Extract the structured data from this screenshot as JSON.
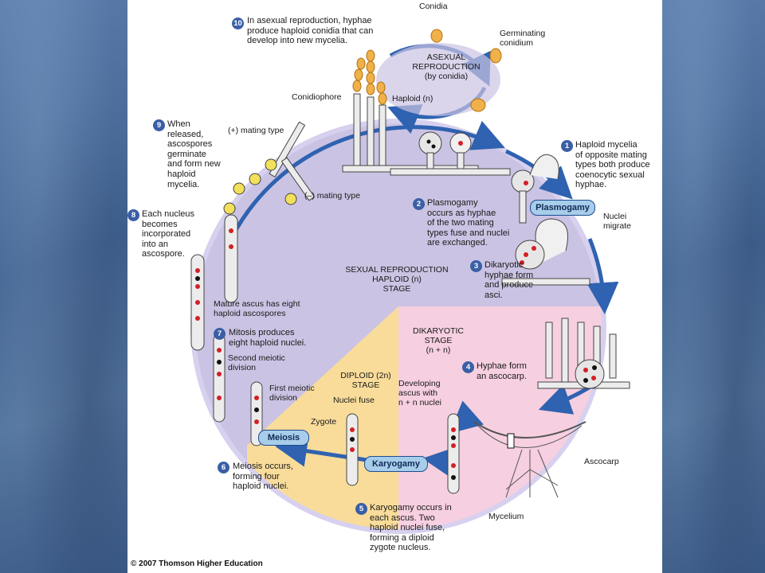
{
  "phases": {
    "asexual": "ASEXUAL\nREPRODUCTION\n(by conidia)",
    "asexual_haploid": "Haploid (n)",
    "sexual": "SEXUAL REPRODUCTION\nHAPLOID (n)\nSTAGE",
    "dikaryotic": "DIKARYOTIC\nSTAGE\n(n + n)",
    "diploid": "DIPLOID (2n)\nSTAGE"
  },
  "processes": {
    "plasmogamy": "Plasmogamy",
    "karyogamy": "Karyogamy",
    "meiosis": "Meiosis"
  },
  "labels": {
    "conidia": "Conidia",
    "germinating_conidium": "Germinating\nconidium",
    "conidiophore": "Conidiophore",
    "plus_mating": "(+) mating type",
    "minus_mating": "(–) mating type",
    "nuclei_migrate": "Nuclei\nmigrate",
    "mature_ascus": "Mature ascus has eight\nhaploid ascospores",
    "second_meiotic": "Second meiotic\ndivision",
    "first_meiotic": "First meiotic\ndivision",
    "nuclei_fuse": "Nuclei fuse",
    "zygote": "Zygote",
    "developing_ascus": "Developing\nascus with\nn + n nuclei",
    "ascocarp": "Ascocarp",
    "mycelium": "Mycelium"
  },
  "steps": [
    {
      "number": "1",
      "text": "Haploid mycelia\nof opposite mating\ntypes both produce\ncoenocytic sexual\nhyphae."
    },
    {
      "number": "2",
      "text": "Plasmogamy\noccurs as hyphae\nof the two mating\ntypes fuse and nuclei\nare exchanged."
    },
    {
      "number": "3",
      "text": "Dikaryotic\nhyphae form\nand produce\nasci."
    },
    {
      "number": "4",
      "text": "Hyphae form\nan ascocarp."
    },
    {
      "number": "5",
      "text": "Karyogamy occurs in\neach ascus. Two\nhaploid nuclei fuse,\nforming a diploid\nzygote nucleus."
    },
    {
      "number": "6",
      "text": "Meiosis occurs,\nforming four\nhaploid nuclei."
    },
    {
      "number": "7",
      "text": "Mitosis produces\neight haploid nuclei."
    },
    {
      "number": "8",
      "text": "Each nucleus\nbecomes\nincorporated\ninto an\nascospore."
    },
    {
      "number": "9",
      "text": "When\nreleased,\nascospores\ngerminate\nand form new\nhaploid\nmycelia."
    },
    {
      "number": "10",
      "text": "In asexual reproduction, hyphae\nproduce haploid conidia that can\ndevelop into new mycelia."
    }
  ],
  "copyright": "© 2007 Thomson Higher Education",
  "colors": {
    "haploid_region": "#cbc3e3",
    "dikaryotic_region": "#f6cfe0",
    "diploid_region": "#f9dc9a",
    "cycle_arrow": "#2f62b0",
    "process_pill": "#a7cdea",
    "step_badge": "#3a5fa5",
    "nucleus_red": "#d41f26",
    "spore_yellow": "#f3e05a"
  }
}
